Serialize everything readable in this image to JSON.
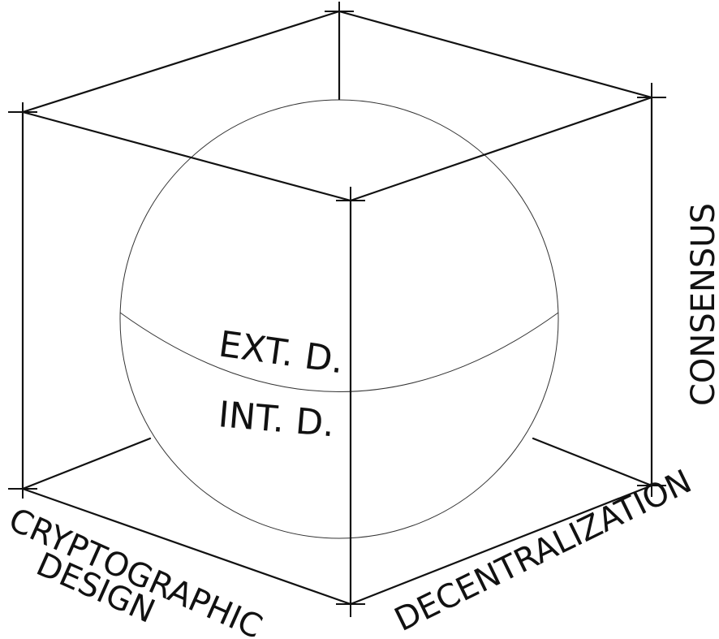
{
  "labels": {
    "consensus": "CONSENSUS",
    "decentralization": "DECENTRALIZATION",
    "cryptographic": "CRYPTOGRAPHIC",
    "design": "DESIGN",
    "external": "EXT. D.",
    "internal": "INT. D."
  },
  "colors": {
    "line": "#111111",
    "background": "#ffffff"
  }
}
